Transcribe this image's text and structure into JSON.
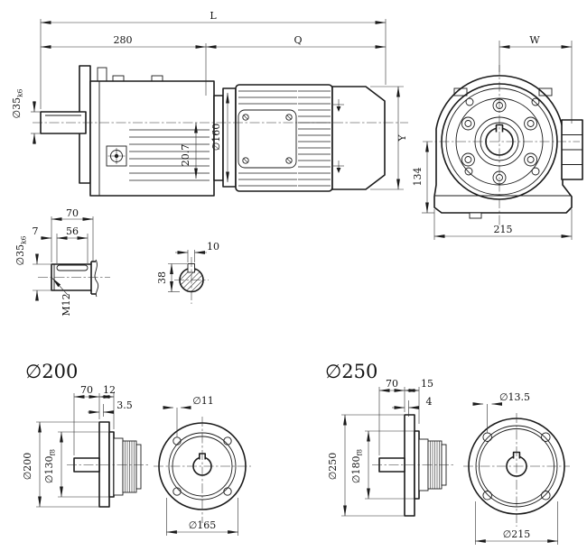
{
  "main_view": {
    "overall": "L",
    "gear_len": "280",
    "motor_len": "Q",
    "shaft_dia": "∅35",
    "shaft_tol": "k6",
    "center_offset": "20.7",
    "flange_dia": "∅160",
    "motor_height": "Y"
  },
  "end_view": {
    "width_half": "W",
    "base_height": "134",
    "base_width": "215"
  },
  "shaft_detail": {
    "len_total": "70",
    "len_end": "7",
    "key_len": "56",
    "dia": "∅35",
    "tol": "k6",
    "tap": "M12"
  },
  "key_section": {
    "key_width": "10",
    "key_height": "38"
  },
  "flange_200": {
    "title": "∅200",
    "shaft_len": "70",
    "plate_thk": "12",
    "spigot_depth": "3.5",
    "outer_dia": "∅200",
    "spigot_dia": "∅130",
    "spigot_tol": "f8",
    "hole_dia": "∅11",
    "bolt_circle": "∅165"
  },
  "flange_250": {
    "title": "∅250",
    "shaft_len": "70",
    "plate_thk": "15",
    "spigot_depth": "4",
    "outer_dia": "∅250",
    "spigot_dia": "∅180",
    "spigot_tol": "f8",
    "hole_dia": "∅13.5",
    "bolt_circle": "∅215"
  }
}
